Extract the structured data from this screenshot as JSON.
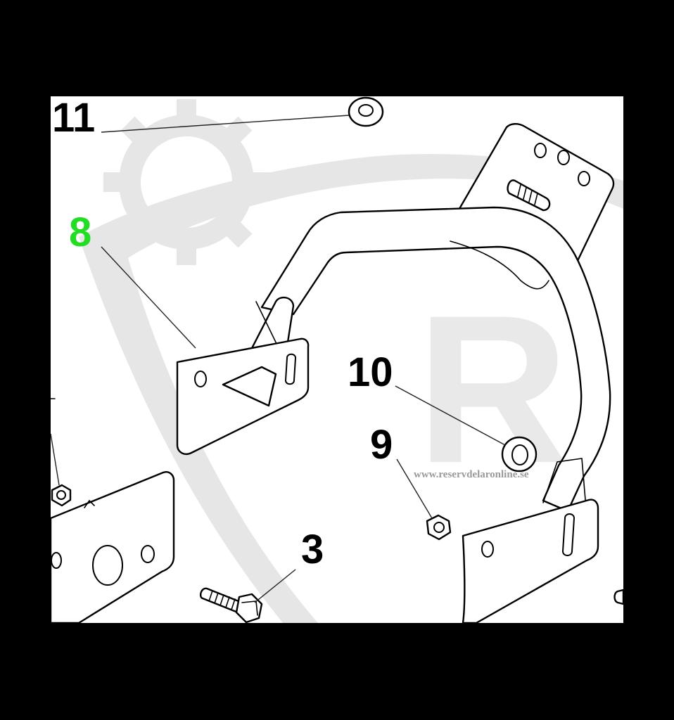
{
  "diagram": {
    "callouts": [
      {
        "id": "11",
        "label": "11",
        "color": "#000000"
      },
      {
        "id": "8",
        "label": "8",
        "color": "#22dd22"
      },
      {
        "id": "10",
        "label": "10",
        "color": "#000000"
      },
      {
        "id": "9",
        "label": "9",
        "color": "#000000"
      },
      {
        "id": "3",
        "label": "3",
        "color": "#000000"
      }
    ],
    "watermark": {
      "letter": "R",
      "url": "www.reservdelaronline.se",
      "icon": "gear-icon"
    }
  }
}
